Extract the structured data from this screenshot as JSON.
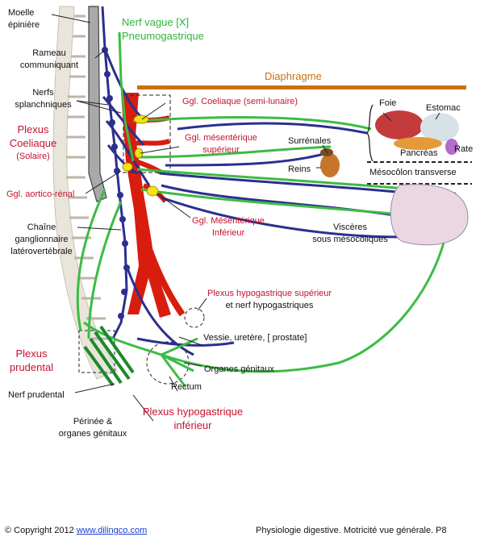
{
  "colors": {
    "symphatic_nerve": "#2c2f8f",
    "parasympathetic_nerve": "#3dbb45",
    "artery": "#d81d0f",
    "ganglion": "#f2e213",
    "diaphragm": "#c97112",
    "label_red": "#c8102e",
    "label_green": "#2fb53a"
  },
  "labels": {
    "moelle": [
      "Moelle",
      "épinière"
    ],
    "nerf_vague": [
      "Nerf vague [X]",
      "Pneumogastrique"
    ],
    "rameau": [
      "Rameau",
      "communiquant"
    ],
    "diaphragme": "Diaphragme",
    "nerfs_splanchniques": [
      "Nerfs",
      "splanchniques"
    ],
    "ggl_coeliaque": "Ggl. Coeliaque (semi-lunaire)",
    "foie": "Foie",
    "estomac": "Estomac",
    "plexus_coeliaque": [
      "Plexus",
      "Coeliaque",
      "(Solaire)"
    ],
    "ggl_mes_sup": [
      "Ggl. mésentérique",
      "supérieur"
    ],
    "surrenales": "Surrénales",
    "rate": "Rate",
    "pancreas": "Pancréas",
    "reins": "Reins",
    "mesocolon": "Mésocôlon transverse",
    "ggl_aortico_renal": "Ggl. aortico-rénal",
    "ggl_mes_inf": [
      "Ggl. Mésentérique",
      "Inférieur"
    ],
    "viscères": [
      "Viscères",
      "sous mésocoliques"
    ],
    "chaine": [
      "Chaîne",
      "ganglionnaire",
      "latérovertébrale"
    ],
    "plexus_hypo_sup": [
      "Plexus hypogastrique supérieur",
      "et nerf hypogastriques"
    ],
    "vessie": "Vessie, uretère, [ prostate]",
    "plexus_prudental": [
      "Plexus",
      "prudental"
    ],
    "organes_genitaux": "Organes génitaux",
    "nerf_prudental": "Nerf prudental",
    "rectum": "Rectum",
    "plexus_hypo_inf": [
      "Plexus hypogastrique",
      "inférieur"
    ],
    "perinee": [
      "Périnée &",
      "organes génitaux"
    ]
  },
  "footer": {
    "copyright": "© Copyright 2012",
    "site": "www.dilingco.com",
    "caption": "Physiologie digestive. Motricité vue générale.  P8"
  }
}
